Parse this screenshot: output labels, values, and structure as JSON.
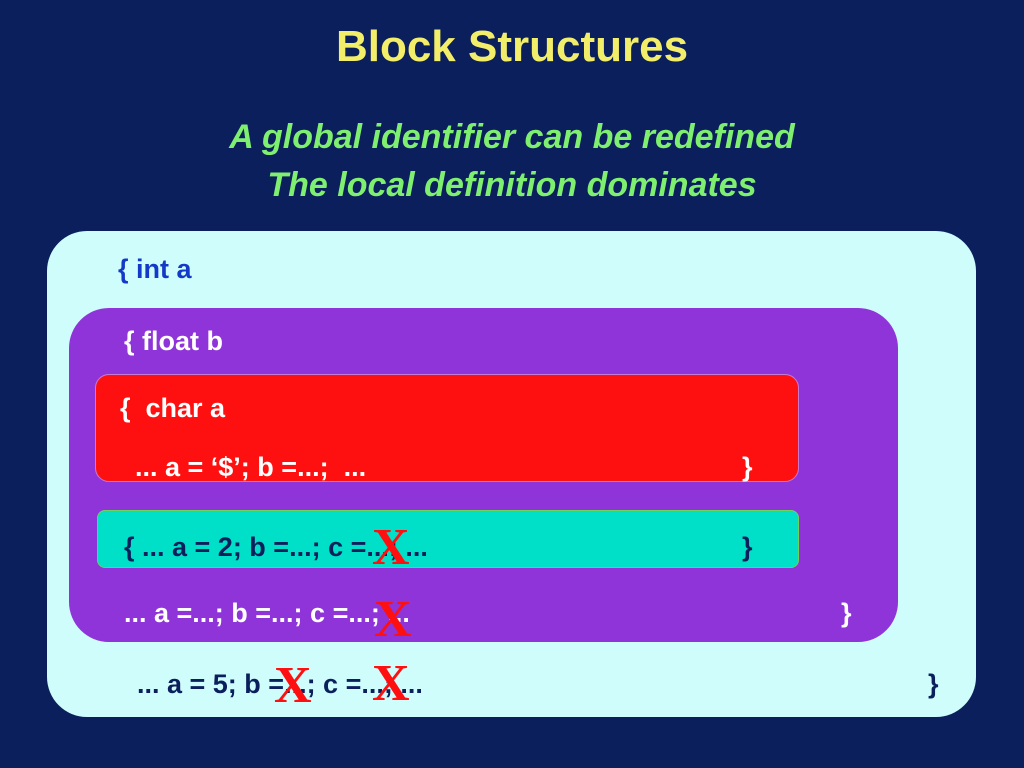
{
  "slide": {
    "title": "Block Structures",
    "subtitle_line1": "A global identifier can be redefined",
    "subtitle_line2": "The local definition dominates"
  },
  "outer_block": {
    "open": "{ int a",
    "body": "... a = 5; b =...; c =...; ...",
    "close": "}"
  },
  "middle_block": {
    "open": "{ float b",
    "body": "... a =...; b =...; c =...; ...",
    "close": "}"
  },
  "inner_block_1": {
    "open": "{  char a",
    "body": "... a = ‘$’; b =...;  ...",
    "close": "}"
  },
  "inner_block_2": {
    "body": "{ ... a = 2; b =...; c =...; ...",
    "close": "}"
  },
  "marks": {
    "x": "X"
  },
  "colors": {
    "background": "#0b1f5c",
    "title": "#f2ee6a",
    "subtitle": "#7fef6f",
    "outer_block": "#cefdfc",
    "middle_block": "#8f34d9",
    "inner_block_1": "#ff1010",
    "inner_block_2": "#00dfc8",
    "error_mark": "#ff1010"
  }
}
